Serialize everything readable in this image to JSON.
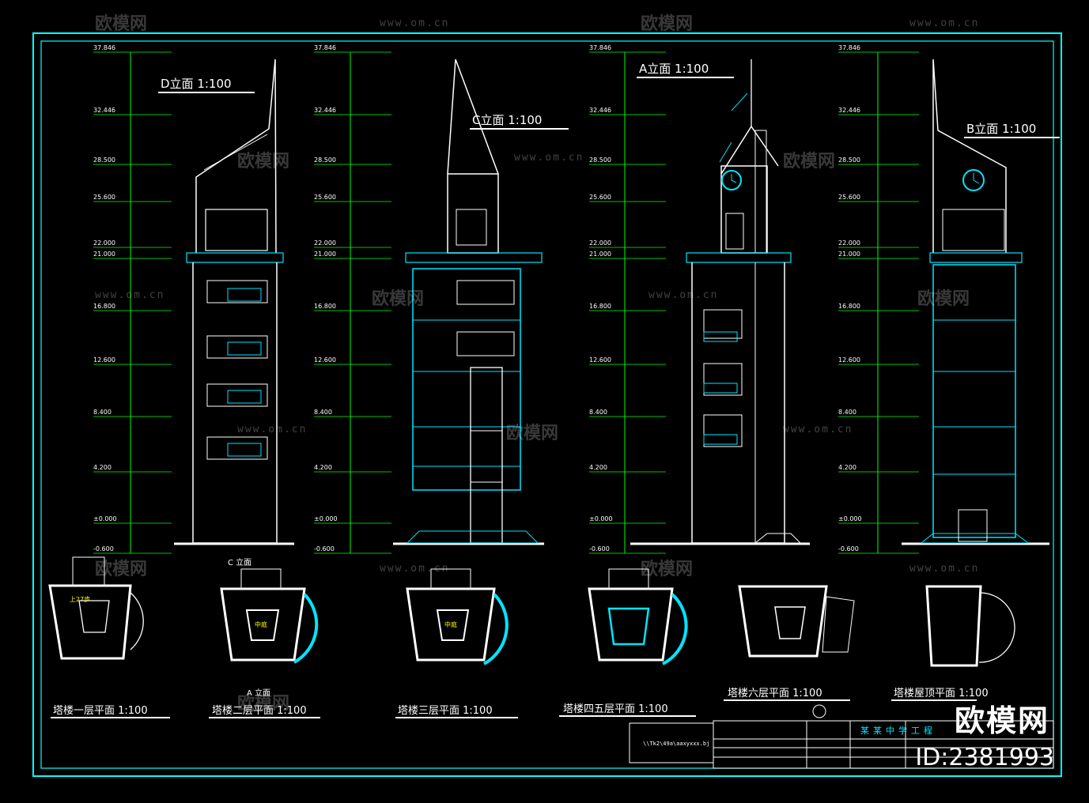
{
  "colors": {
    "background": "#000000",
    "frame": "#00ffff",
    "structure": "#ffffff",
    "dimension": "#00ff00",
    "accent": "#00e5ff",
    "title": "#ffffff",
    "annotation": "#ffff00"
  },
  "elevations": [
    {
      "title": "D立面 1:100"
    },
    {
      "title": "C立面 1:100"
    },
    {
      "title": "A立面 1:100"
    },
    {
      "title": "B立面 1:100"
    }
  ],
  "levels": [
    "37.846",
    "32.446",
    "28.500",
    "25.600",
    "22.000",
    "21.000",
    "16.800",
    "12.600",
    "8.400",
    "4.200",
    "±0.000",
    "-0.600"
  ],
  "plans": [
    {
      "title": "塔楼一层平面 1:100"
    },
    {
      "title": "塔楼二层平面 1:100"
    },
    {
      "title": "塔楼三层平面 1:100"
    },
    {
      "title": "塔楼四五层平面 1:100"
    },
    {
      "title": "塔楼六层平面 1:100"
    },
    {
      "title": "塔楼屋顶平面 1:100"
    }
  ],
  "plan_labels": {
    "section_a": "A 立面",
    "section_c": "C 立面",
    "stair_note": "上27步",
    "core": "中庭"
  },
  "title_block": {
    "project": "某某中学工程",
    "file_path": "\\\\Tk2\\49a\\aaxyxxx.bj"
  },
  "watermark": {
    "brand": "欧模网",
    "id": "ID:2381993",
    "url": "www.om.cn"
  }
}
